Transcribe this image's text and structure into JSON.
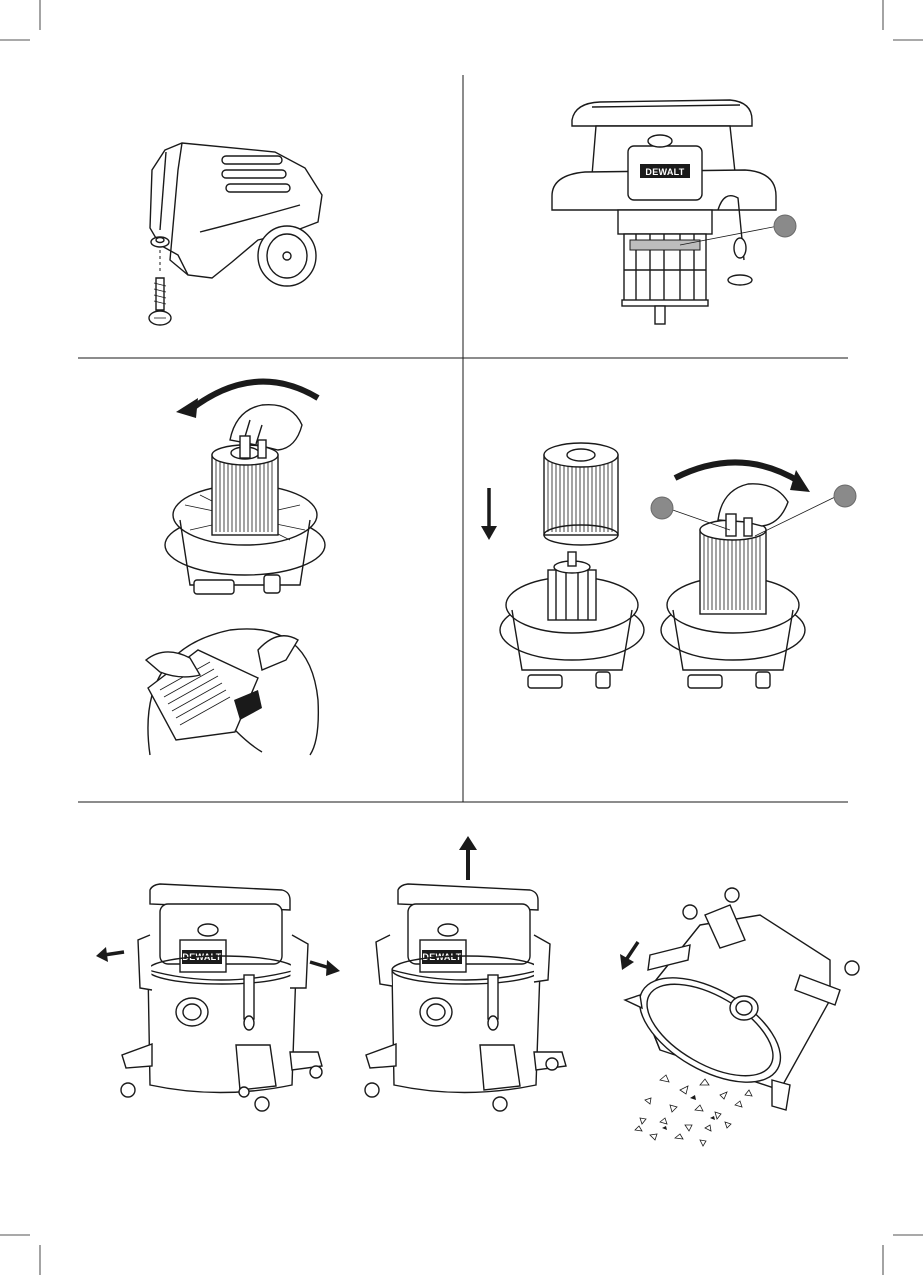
{
  "brand": {
    "logo_text": "DEWALT"
  },
  "panels": [
    {
      "id": "caster-screw",
      "callouts": []
    },
    {
      "id": "filter-callout",
      "callouts": [
        "callout-1"
      ]
    },
    {
      "id": "remove-filter",
      "callouts": []
    },
    {
      "id": "install-filter",
      "callouts": [
        "callout-1",
        "callout-2"
      ]
    },
    {
      "id": "empty-tank",
      "callouts": []
    }
  ],
  "colors": {
    "line": "#1a1a1a",
    "callout": "#8a8a8a",
    "background": "#ffffff"
  }
}
